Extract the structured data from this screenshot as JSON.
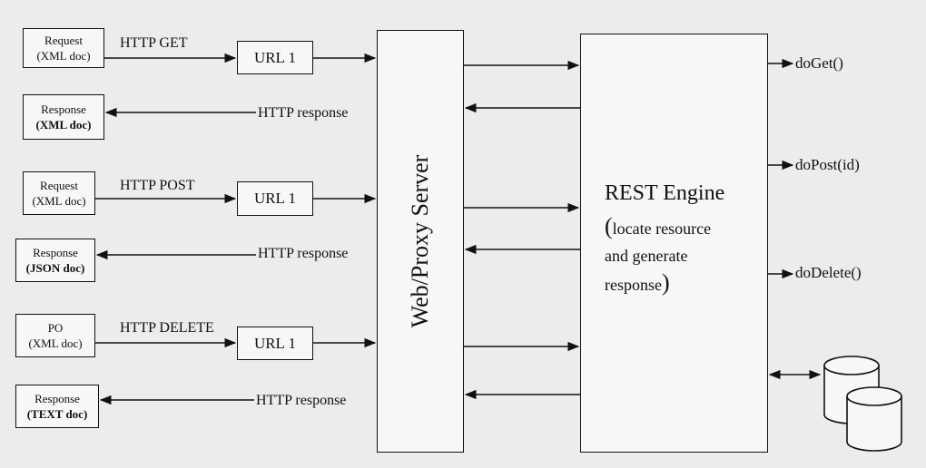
{
  "rows": [
    {
      "request": {
        "line1": "Request",
        "line2": "(XML doc)"
      },
      "method": "HTTP GET",
      "url": "URL 1",
      "response": {
        "line1": "Response",
        "line2": "(XML doc)"
      },
      "http_response": "HTTP response"
    },
    {
      "request": {
        "line1": "Request",
        "line2": "(XML doc)"
      },
      "method": "HTTP POST",
      "url": "URL 1",
      "response": {
        "line1": "Response",
        "line2": "(JSON doc)"
      },
      "http_response": "HTTP response"
    },
    {
      "request": {
        "line1": "PO",
        "line2": "(XML doc)"
      },
      "method": "HTTP DELETE",
      "url": "URL 1",
      "response": {
        "line1": "Response",
        "line2": "(TEXT doc)"
      },
      "http_response": "HTTP response"
    }
  ],
  "server": {
    "label": "Web/Proxy Server"
  },
  "engine": {
    "title": "REST Engine",
    "open_paren": "(",
    "line1": "locate resource",
    "line2": "and generate",
    "line3": "response",
    "close_paren": ")"
  },
  "methods": [
    "doGet()",
    "doPost(id)",
    "doDelete()"
  ],
  "database_icon": "database-cylinders-icon"
}
